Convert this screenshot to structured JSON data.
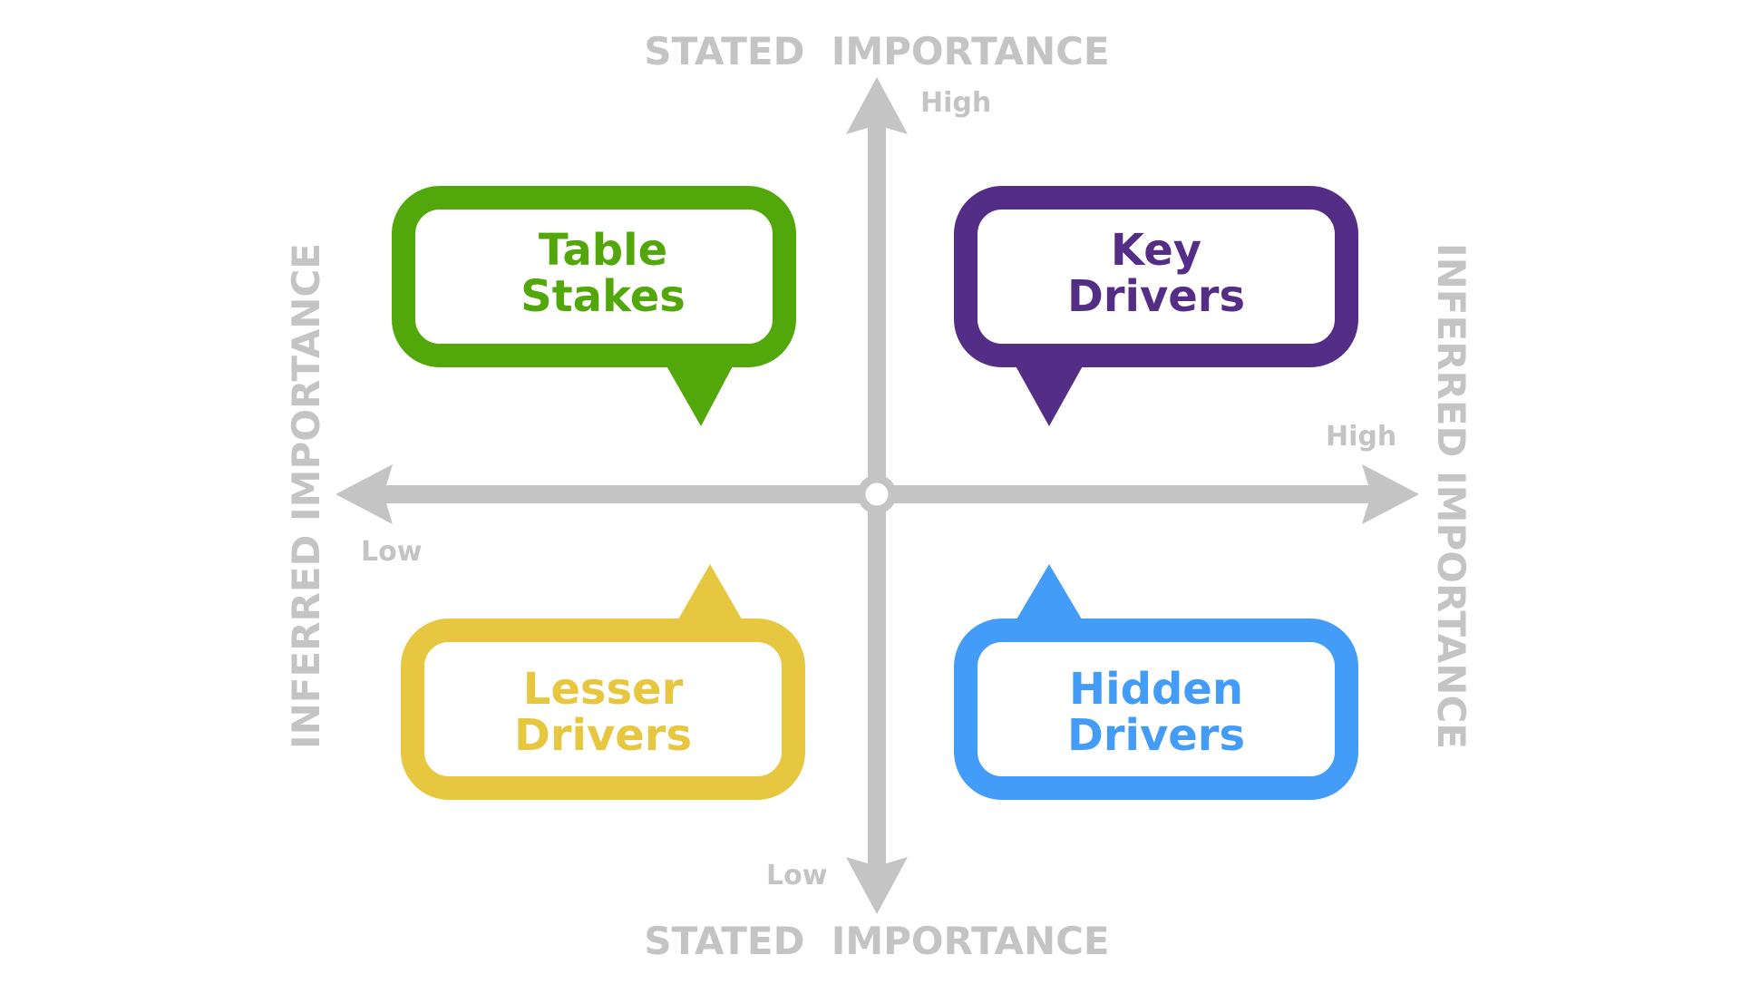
{
  "diagram": {
    "axis_title_top": "STATED  IMPORTANCE",
    "axis_title_bottom": "STATED  IMPORTANCE",
    "axis_title_left": "INFERRED IMPORTANCE",
    "axis_title_right": "INFERRED IMPORTANCE",
    "vertical_high_label": "High",
    "vertical_low_label": "Low",
    "horizontal_high_label": "High",
    "horizontal_low_label": "Low",
    "axis_color": "#c4c4c4",
    "quadrants": [
      {
        "line1": "Table",
        "line2": "Stakes",
        "color": "#52a80a",
        "position": "top-left"
      },
      {
        "line1": "Key",
        "line2": "Drivers",
        "color": "#542e86",
        "position": "top-right"
      },
      {
        "line1": "Lesser",
        "line2": "Drivers",
        "color": "#e7c73f",
        "position": "bottom-left"
      },
      {
        "line1": "Hidden",
        "line2": "Drivers",
        "color": "#429cf8",
        "position": "bottom-right"
      }
    ]
  }
}
